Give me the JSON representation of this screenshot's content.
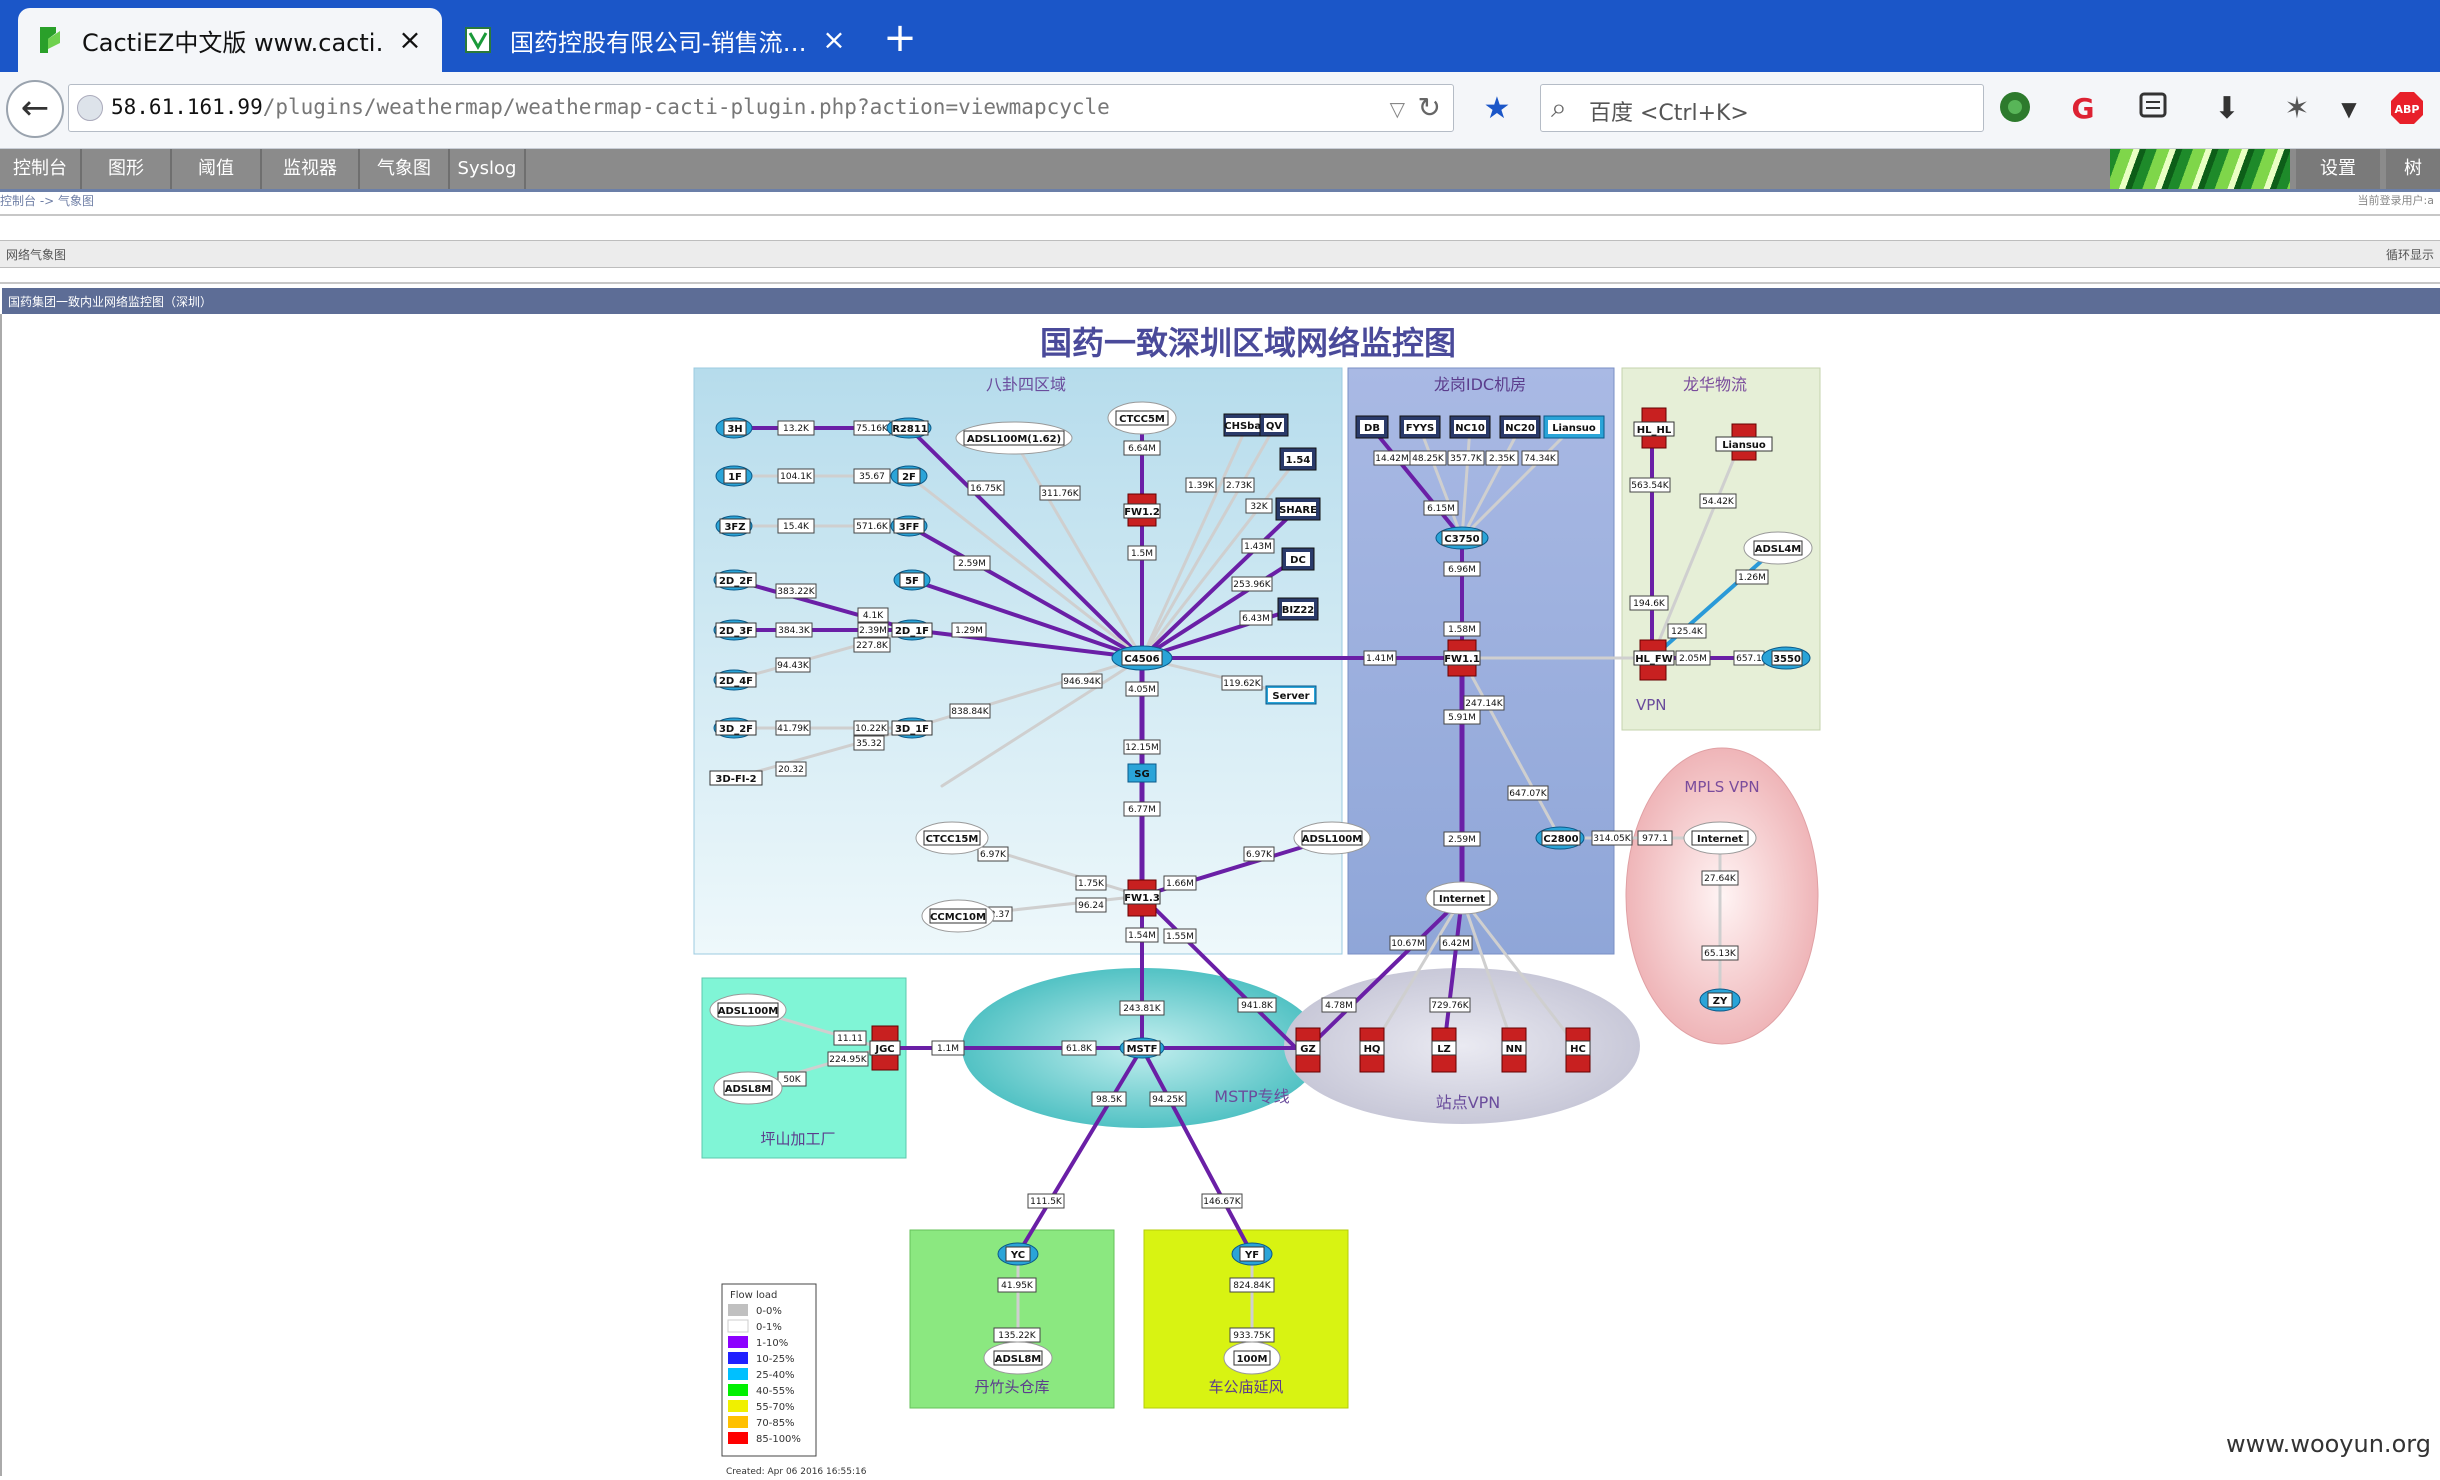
{
  "browser": {
    "tabs": [
      {
        "title": "CactiEZ中文版 www.cacti…",
        "active": true,
        "close": "×"
      },
      {
        "title": "国药控股有限公司-销售流…",
        "active": false,
        "close": "×"
      }
    ],
    "new_tab": "+",
    "url_host": "58.61.161.99",
    "url_path": "/plugins/weathermap/weathermap-cacti-plugin.php?action=viewmapcycle",
    "search_placeholder": "百度 <Ctrl+K>",
    "icons": [
      "back-arrow-icon",
      "reload-icon",
      "bookmark-star-icon",
      "download-icon",
      "adblock-icon"
    ]
  },
  "cacti": {
    "menu": [
      "控制台",
      "图形",
      "阈值",
      "监视器",
      "气象图",
      "Syslog"
    ],
    "right_menu": [
      "设置",
      "树"
    ],
    "breadcrumb": "控制台 -> 气象图",
    "login_status": "当前登录用户:a",
    "bar2_left": "网络气象图",
    "bar2_right": "循环显示",
    "map_header": "国药集团一致内业网络监控图（深圳）"
  },
  "map": {
    "title": "国药一致深圳区域网络监控图",
    "zones": {
      "bagua": "八卦四区域",
      "longgang": "龙岗IDC机房",
      "longhua": "龙华物流",
      "vpn": "VPN",
      "mpls": "MPLS VPN",
      "mstp": "MSTP专线",
      "site_vpn": "站点VPN",
      "pingshan": "坪山加工厂",
      "danzhu": "丹竹头仓库",
      "chegong": "车公庙延风"
    },
    "nodes": {
      "C4506": "C4506",
      "R2811": "R2811",
      "3H": "3H",
      "1F": "1F",
      "2F": "2F",
      "3FZ": "3FZ",
      "3FF": "3FF",
      "2D_2F": "2D_2F",
      "5F": "5F",
      "2D_3F": "2D_3F",
      "2D_1F": "2D_1F",
      "2D_4F": "2D_4F",
      "3D_2F": "3D_2F",
      "3D_1F": "3D_1F",
      "3DFI": "3D-FI-2",
      "ADSL100_162": "ADSL100M(1.62)",
      "CTCC5M": "CTCC5M",
      "FW1_2": "FW1.2",
      "CHSbak": "CHSbak",
      "QV": "QV",
      "n154": "1.54",
      "SHARE": "SHARE",
      "DC": "DC",
      "BIZ22": "BIZ22",
      "Server": "Server",
      "SG": "SG",
      "CTCC15M": "CTCC15M",
      "ADSL100M_b": "ADSL100M",
      "FW1_3": "FW1.3",
      "CCMC10M": "CCMC10M",
      "DB": "DB",
      "FYYS": "FYYS",
      "NC10": "NC10",
      "NC20": "NC20",
      "Liansuo": "Liansuo",
      "C3750": "C3750",
      "FW1_1": "FW1.1",
      "C2800": "C2800",
      "Internet_a": "Internet",
      "HL_HL": "HL_HL",
      "Liansuo2": "Liansuo",
      "ADSL4M": "ADSL4M",
      "HL_FW": "HL_FW",
      "n3550": "3550",
      "Internet_b": "Internet",
      "ZY": "ZY",
      "ADSL100M_c": "ADSL100M",
      "ADSL8M_a": "ADSL8M",
      "JGC": "JGC",
      "MSTF": "MSTF",
      "GZ": "GZ",
      "HQ": "HQ",
      "LZ": "LZ",
      "NN": "NN",
      "HC": "HC",
      "YC": "YC",
      "ADSL8M_b": "ADSL8M",
      "YF": "YF",
      "n100M": "100M"
    },
    "links": {
      "l1": "13.2K",
      "l2": "75.16K",
      "l3": "104.1K",
      "l4": "35.67",
      "l5": "15.4K",
      "l6": "571.6K",
      "l7": "2.59M",
      "l8": "383.22K",
      "l9": "384.3K",
      "l10": "4.1K",
      "l11": "2.39M",
      "l12": "94.43K",
      "l13": "227.8K",
      "l14": "1.29M",
      "l15": "41.79K",
      "l16": "10.22K",
      "l17": "20.32",
      "l18": "35.32",
      "l19": "838.84K",
      "l20": "946.94K",
      "l21": "16.75K",
      "l22": "311.76K",
      "l23": "6.64M",
      "l24": "1.5M",
      "l25": "1.39K",
      "l26": "2.73K",
      "l27": "32K",
      "l28": "1.43M",
      "l29": "253.96K",
      "l30": "6.43M",
      "l31": "119.62K",
      "l32": "4.05M",
      "l33": "12.15M",
      "l34": "6.77M",
      "l35": "1.41M",
      "l36": "6.97K",
      "l37": "1.75K",
      "l38": "6.97K",
      "l39": "1.66M",
      "l40": "42.37",
      "l41": "96.24",
      "l42": "1.54M",
      "l43": "1.55M",
      "l44": "14.42M",
      "l45": "48.25K",
      "l46": "357.7K",
      "l47": "2.35K",
      "l48": "74.34K",
      "l49": "6.15M",
      "l50": "6.96M",
      "l51": "1.58M",
      "l52": "247.14K",
      "l53": "5.91M",
      "l54": "647.07K",
      "l55": "2.59M",
      "l56": "314.05K",
      "l57": "977.1",
      "l58": "563.54K",
      "l59": "54.42K",
      "l60": "1.26M",
      "l61": "194.6K",
      "l62": "125.4K",
      "l63": "2.05M",
      "l64": "657.1",
      "l65": "27.64K",
      "l66": "65.13K",
      "l67": "10.67M",
      "l68": "6.42M",
      "l69": "729.76K",
      "l70": "4.78M",
      "l71": "941.8K",
      "l72": "243.81K",
      "l73": "61.8K",
      "l74": "1.1M",
      "l75": "11.11",
      "l76": "224.95K",
      "l77": "50K",
      "l78": "98.5K",
      "l79": "94.25K",
      "l80": "111.5K",
      "l81": "146.67K",
      "l82": "41.95K",
      "l83": "135.22K",
      "l84": "824.84K",
      "l85": "933.75K"
    },
    "legend": {
      "title": "Flow load",
      "items": [
        "0-0%",
        "0-1%",
        "1-10%",
        "10-25%",
        "25-40%",
        "40-55%",
        "55-70%",
        "70-85%",
        "85-100%"
      ]
    },
    "footer": "Created: Apr 06 2016 16:55:16"
  },
  "colors": {
    "tabbar": "#1b56c8",
    "cacti_menu": "#8b8b8b",
    "map_header": "#5d6d96",
    "link_purple": "#6a1fa6",
    "link_gray": "#cfcfcf",
    "zone_bagua": "#cde9f3",
    "zone_longgang": "#9fb3df",
    "zone_longhua": "#e6efd7",
    "zone_pingshan": "#80f5d6",
    "zone_danzhu": "#8be880",
    "zone_chegong": "#d8f312",
    "legend_colors": [
      "#c0c0c0",
      "#ffffff",
      "#8c00ff",
      "#2020ff",
      "#00c0ff",
      "#00f000",
      "#f0f000",
      "#ffc000",
      "#ff0000"
    ]
  },
  "watermark": "www.wooyun.org"
}
